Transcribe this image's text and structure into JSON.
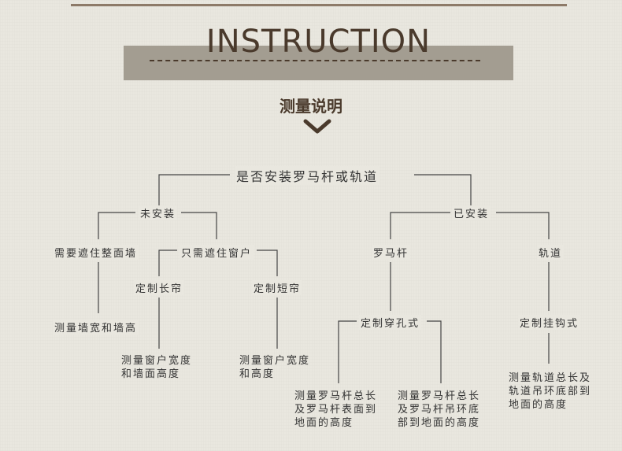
{
  "header": {
    "title": "INSTRUCTION",
    "subtitle": "测量说明"
  },
  "colors": {
    "accent": "#4a3a2c",
    "banner": "#a39d91",
    "line": "#444444"
  },
  "tree": {
    "root": "是否安装罗马杆或轨道",
    "not_installed": {
      "label": "未安装",
      "cover_wall": {
        "label": "需要遮住整面墙",
        "measure": "测量墙宽和墙高"
      },
      "cover_window": {
        "label": "只需遮住窗户",
        "long_curtain": {
          "label": "定制长帘",
          "measure": "测量窗户宽度\n和墙面高度"
        },
        "short_curtain": {
          "label": "定制短帘",
          "measure": "测量窗户宽度\n和高度"
        }
      }
    },
    "installed": {
      "label": "已安装",
      "rod": {
        "label": "罗马杆",
        "punch": {
          "label": "定制穿孔式",
          "measure_a": "测量罗马杆总长\n及罗马杆表面到\n地面的高度",
          "measure_b": "测量罗马杆总长\n及罗马杆吊环底\n部到地面的高度"
        }
      },
      "track": {
        "label": "轨道",
        "hook": {
          "label": "定制挂钩式",
          "measure": "测量轨道总长及\n轨道吊环底部到\n地面的高度"
        }
      }
    }
  }
}
